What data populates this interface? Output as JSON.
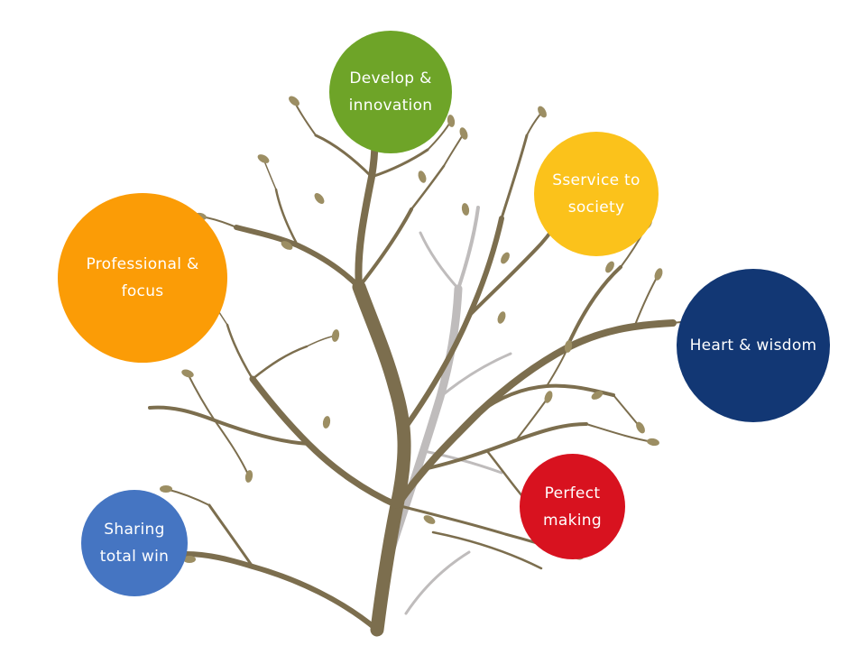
{
  "circles": [
    {
      "id": "develop",
      "lines": [
        "Develop &",
        "innovation"
      ],
      "color": "#6ea428"
    },
    {
      "id": "service",
      "lines": [
        "Sservice to",
        "society"
      ],
      "color": "#fbc21b"
    },
    {
      "id": "prof",
      "lines": [
        "Professional &",
        "focus"
      ],
      "color": "#fb9c06"
    },
    {
      "id": "heart",
      "lines": [
        "Heart & wisdom"
      ],
      "color": "#123774"
    },
    {
      "id": "perfect",
      "lines": [
        "Perfect",
        "making"
      ],
      "color": "#d8121f"
    },
    {
      "id": "sharing",
      "lines": [
        "Sharing",
        "total win"
      ],
      "color": "#4575c2"
    }
  ],
  "tree": {
    "branch_color": "#7c6e4e",
    "shadow_color": "#bfbcbc",
    "bud_color": "#9c8e63"
  }
}
